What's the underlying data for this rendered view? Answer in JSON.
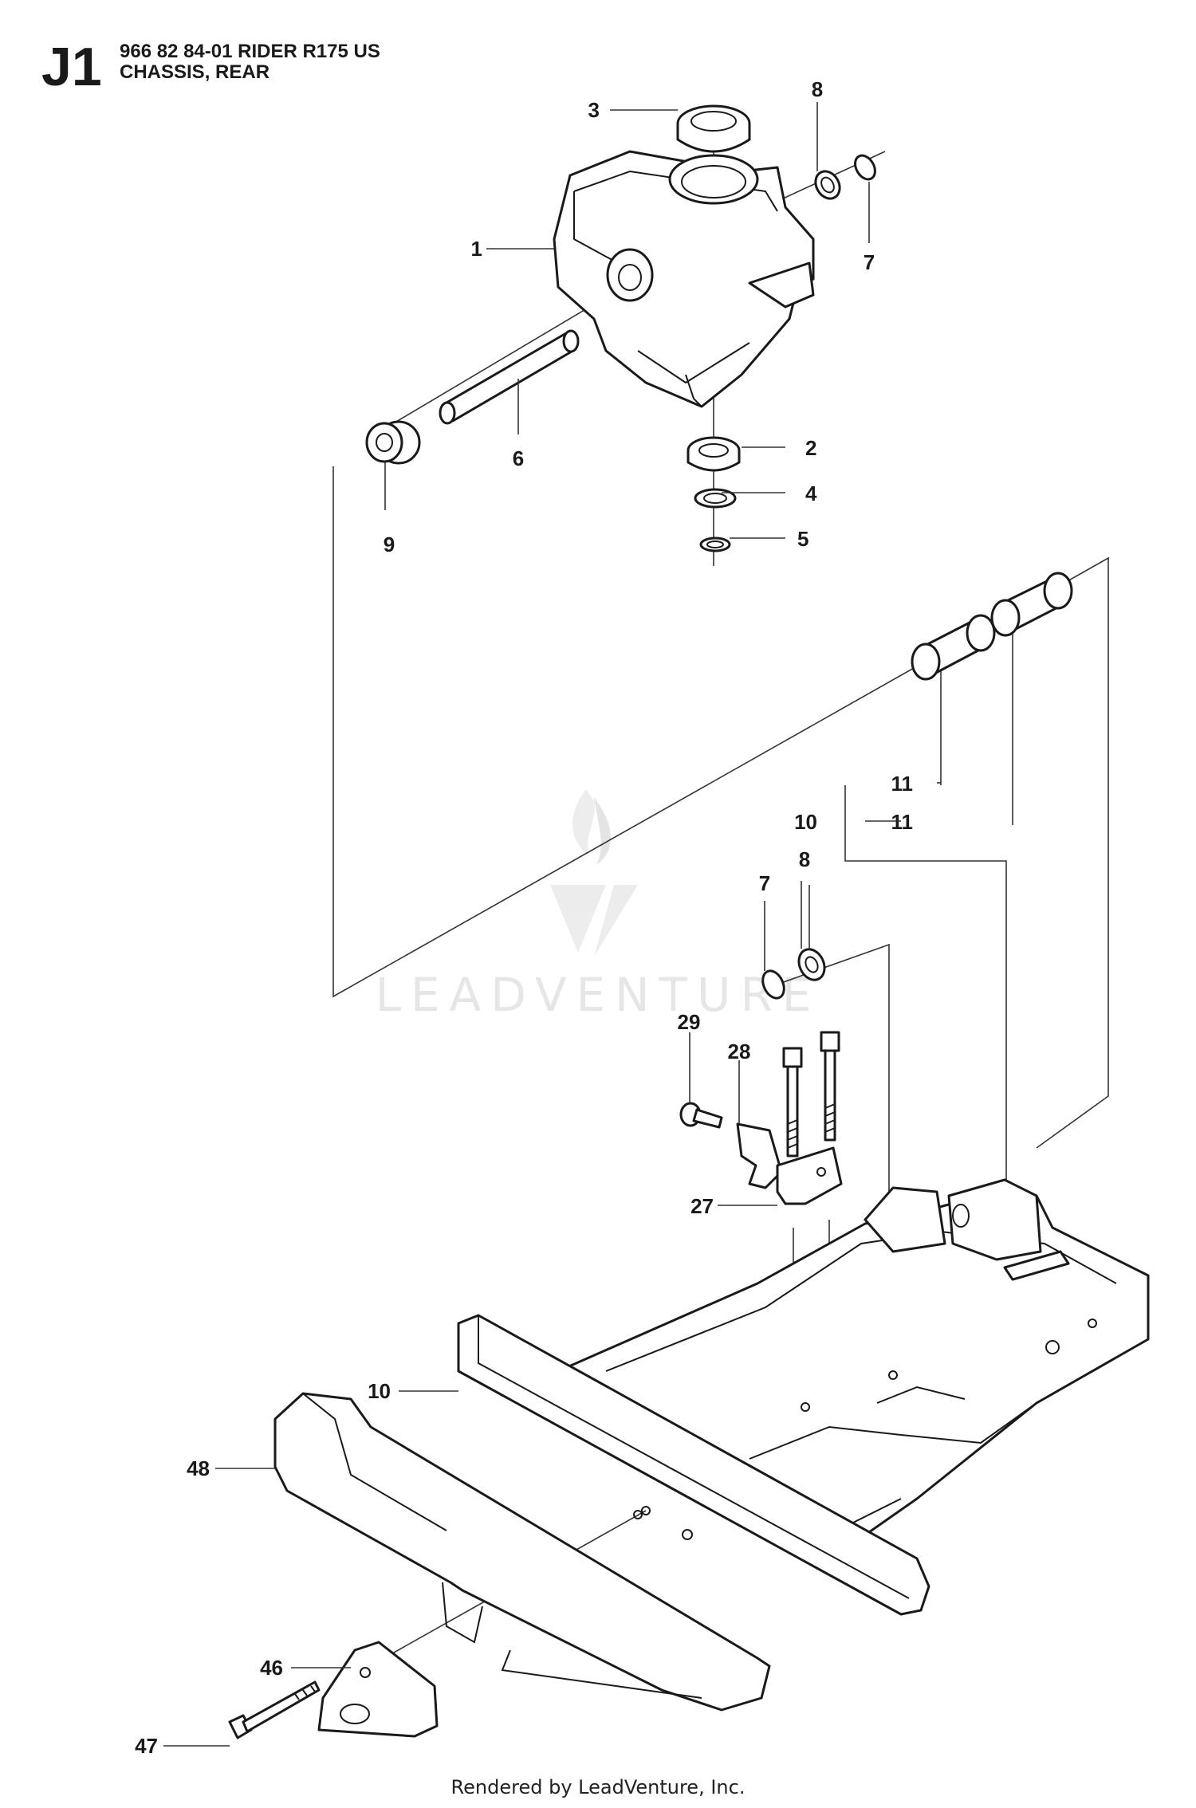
{
  "header": {
    "page_code": "J1",
    "model_line": "966 82 84-01 RIDER R175 US",
    "section_title": "CHASSIS, REAR"
  },
  "watermark": {
    "text": "LEADVENTURE"
  },
  "footer": {
    "credit": "Rendered by LeadVenture, Inc."
  },
  "callouts": {
    "c1": "1",
    "c2": "2",
    "c3": "3",
    "c4": "4",
    "c5": "5",
    "c6": "6",
    "c7a": "7",
    "c7b": "7",
    "c8a": "8",
    "c8b": "8",
    "c9": "9",
    "c10a": "10",
    "c10b": "10",
    "c11a": "11",
    "c11b": "11",
    "c27": "27",
    "c28": "28",
    "c29": "29",
    "c46": "46",
    "c47": "47",
    "c48": "48"
  },
  "colors": {
    "ink": "#1a1a1a",
    "watermark": "#e6e6e6",
    "background": "#ffffff"
  }
}
